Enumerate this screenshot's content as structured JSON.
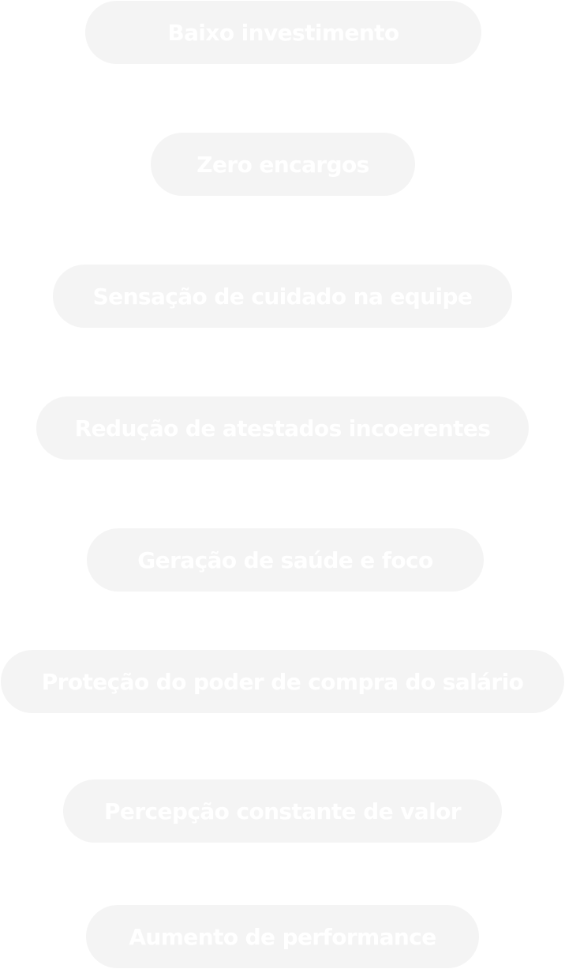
{
  "benefits": [
    {
      "label": "Baixo investimento"
    },
    {
      "label": "Zero encargos"
    },
    {
      "label": "Sensação de cuidado na equipe"
    },
    {
      "label": "Redução de atestados incoerentes"
    },
    {
      "label": "Geração de saúde e foco"
    },
    {
      "label": "Proteção do poder de compra do salário"
    },
    {
      "label": "Percepção constante de valor"
    },
    {
      "label": "Aumento de performance"
    }
  ],
  "colors": {
    "pill_background": "#f4f4f4",
    "text": "#ffffff"
  }
}
